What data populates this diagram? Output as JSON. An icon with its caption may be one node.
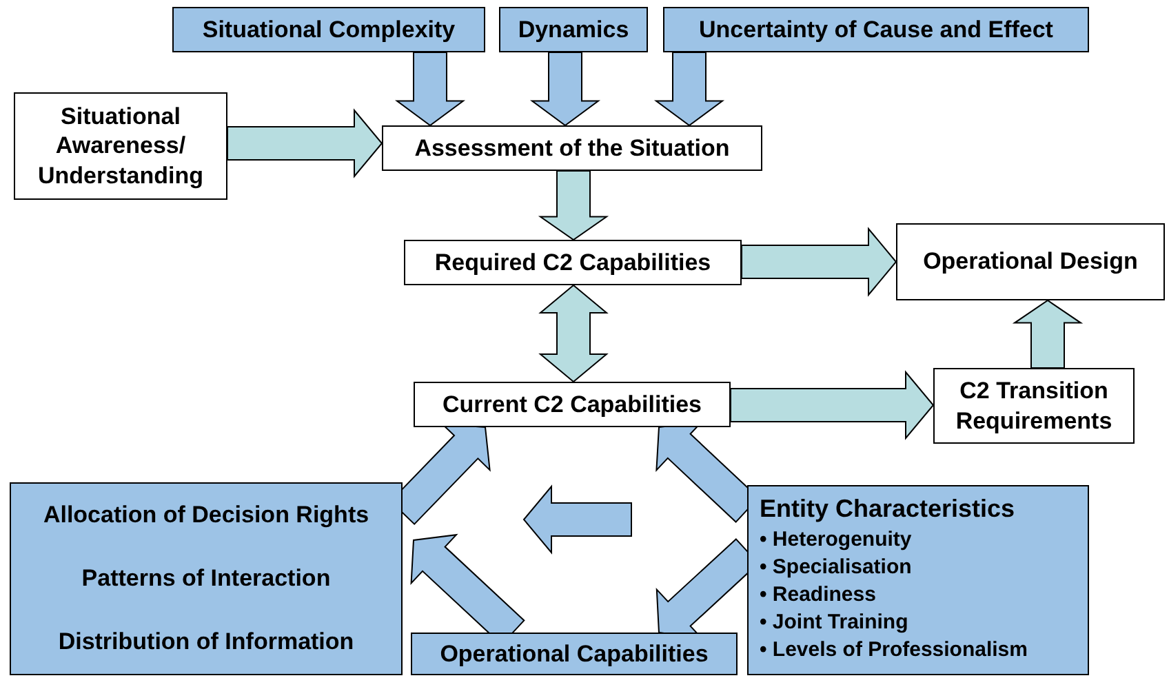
{
  "diagram": {
    "nodes": [
      {
        "text": [
          "Situational Complexity"
        ]
      },
      {
        "text": [
          "Dynamics"
        ]
      },
      {
        "text": [
          "Uncertainty of Cause and Effect"
        ]
      },
      {
        "text": [
          "Situational Awareness/ Understanding"
        ]
      },
      {
        "text": [
          "Assessment of the Situation"
        ]
      },
      {
        "text": [
          "Required C2 Capabilities"
        ]
      },
      {
        "text": [
          "Operational Design"
        ]
      },
      {
        "text": [
          "Current C2 Capabilities"
        ]
      },
      {
        "text": [
          "C2 Transition Requirements"
        ]
      },
      {
        "text": [
          "Allocation of Decision Rights",
          "Patterns of Interaction",
          "Distribution of Information"
        ]
      },
      {
        "text": [
          "Operational Capabilities"
        ]
      },
      {
        "text": [
          "Entity Characteristics",
          "• Heterogenuity",
          "• Specialisation",
          "• Readiness",
          "• Joint Training",
          "• Levels of Professionalism"
        ]
      }
    ],
    "edges": [
      {
        "from": 0,
        "to": 4,
        "arrow": "to"
      },
      {
        "from": 1,
        "to": 4,
        "arrow": "to"
      },
      {
        "from": 2,
        "to": 4,
        "arrow": "to"
      },
      {
        "from": 3,
        "to": 4,
        "arrow": "to",
        "color": "#b7dde0"
      },
      {
        "from": 4,
        "to": 5,
        "arrow": "to",
        "color": "#b7dde0"
      },
      {
        "from": 5,
        "to": 6,
        "arrow": "to",
        "color": "#b7dde0"
      },
      {
        "from": 5,
        "to": 7,
        "arrow": "both",
        "color": "#b7dde0"
      },
      {
        "from": 7,
        "to": 8,
        "arrow": "to",
        "color": "#b7dde0"
      },
      {
        "from": 8,
        "to": 6,
        "arrow": "to",
        "color": "#b7dde0"
      },
      {
        "from": 9,
        "to": 7,
        "arrow": "to"
      },
      {
        "from": 11,
        "to": 7,
        "arrow": "to"
      },
      {
        "from": 10,
        "to": 9,
        "arrow": "to"
      },
      {
        "from": 11,
        "to": 10,
        "arrow": "to"
      }
    ]
  }
}
